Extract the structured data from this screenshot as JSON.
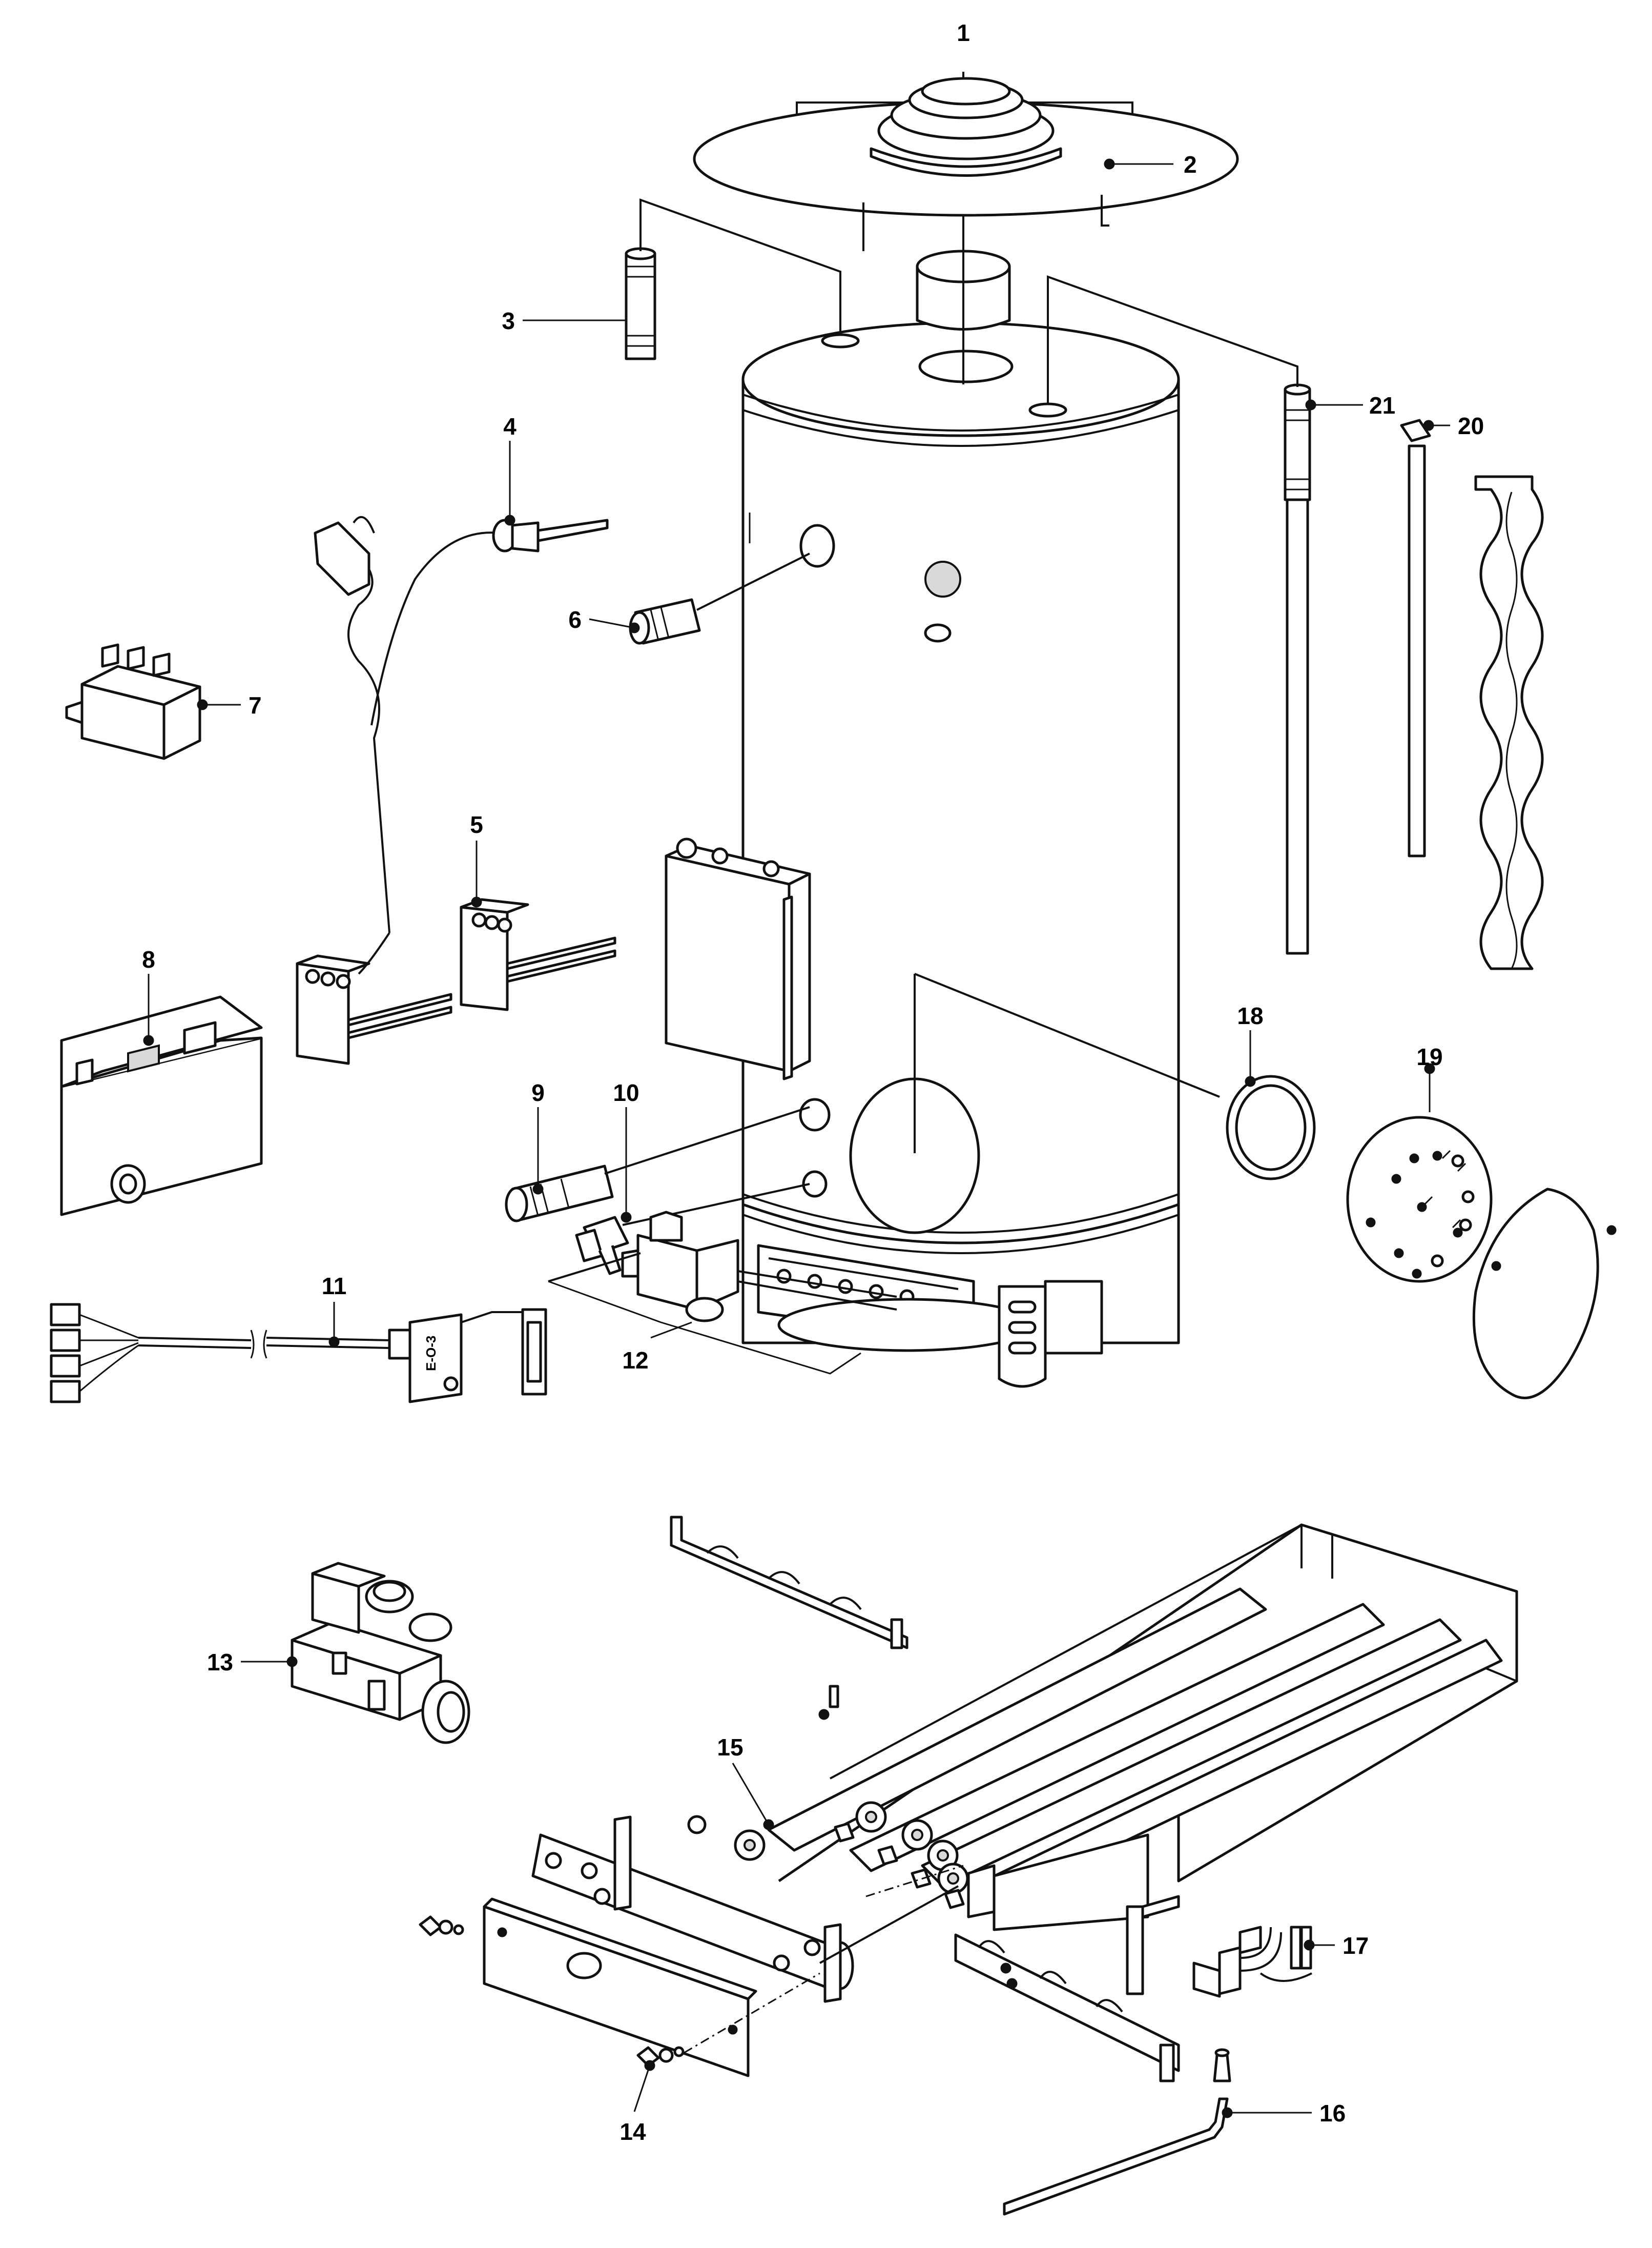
{
  "callouts": [
    {
      "id": "c1",
      "label": "1"
    },
    {
      "id": "c2",
      "label": "2"
    },
    {
      "id": "c3",
      "label": "3"
    },
    {
      "id": "c4",
      "label": "4"
    },
    {
      "id": "c5",
      "label": "5"
    },
    {
      "id": "c6",
      "label": "6"
    },
    {
      "id": "c7",
      "label": "7"
    },
    {
      "id": "c8",
      "label": "8"
    },
    {
      "id": "c9",
      "label": "9"
    },
    {
      "id": "c10",
      "label": "10"
    },
    {
      "id": "c11",
      "label": "11"
    },
    {
      "id": "c12",
      "label": "12"
    },
    {
      "id": "c13",
      "label": "13"
    },
    {
      "id": "c14",
      "label": "14"
    },
    {
      "id": "c15",
      "label": "15"
    },
    {
      "id": "c16",
      "label": "16"
    },
    {
      "id": "c17",
      "label": "17"
    },
    {
      "id": "c18",
      "label": "18"
    },
    {
      "id": "c19",
      "label": "19"
    },
    {
      "id": "c20",
      "label": "20"
    },
    {
      "id": "c21",
      "label": "21"
    }
  ],
  "parts_label": "E-O-3"
}
